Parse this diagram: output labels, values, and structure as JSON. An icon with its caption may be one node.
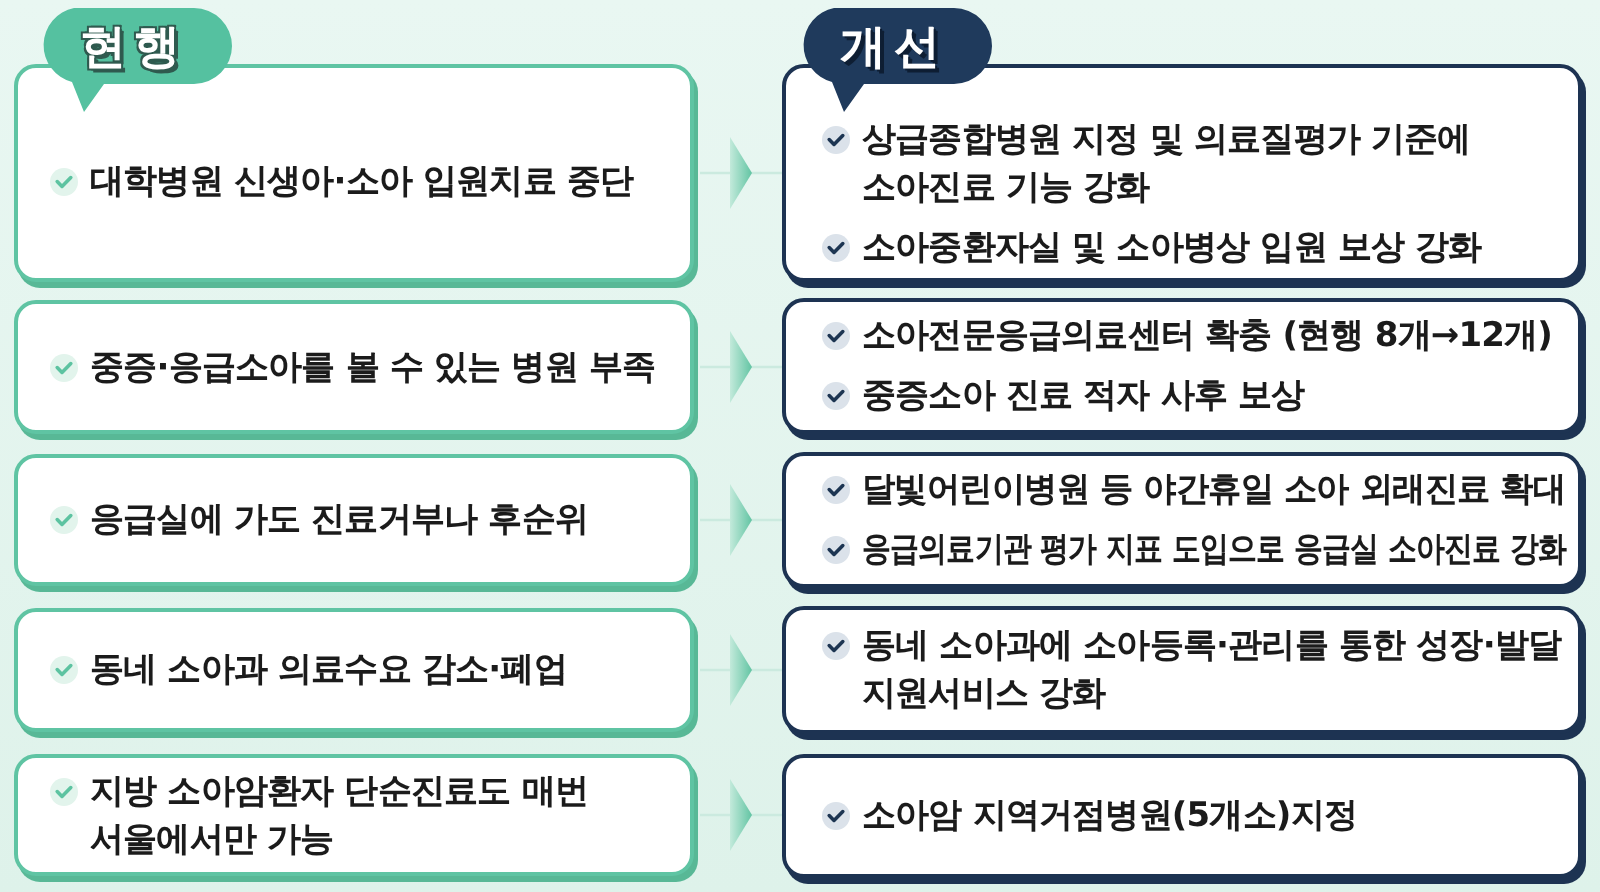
{
  "diagram": {
    "nodes": [
      {
        "text": [
          "현행"
        ]
      },
      {
        "text": [
          "개선"
        ]
      },
      {
        "text": [
          "대학병원 신생아·소아 입원치료 중단"
        ]
      },
      {
        "text": [
          "상급종합병원 지정 및 의료질평가 기준에 소아진료 기능 강화",
          "소아중환자실 및 소아병상 입원 보상 강화"
        ]
      },
      {
        "text": [
          "중증·응급소아를 볼 수 있는 병원 부족"
        ]
      },
      {
        "text": [
          "소아전문응급의료센터 확충 (현행 8개→12개)",
          "중증소아 진료 적자 사후 보상"
        ]
      },
      {
        "text": [
          "응급실에 가도 진료거부나 후순위"
        ]
      },
      {
        "text": [
          "달빛어린이병원 등 야간휴일 소아 외래진료 확대",
          "응급의료기관 평가 지표 도입으로 응급실 소아진료 강화"
        ]
      },
      {
        "text": [
          "동네 소아과 의료수요 감소·폐업"
        ]
      },
      {
        "text": [
          "동네 소아과에 소아등록·관리를 통한 성장·발달 지원서비스 강화"
        ]
      },
      {
        "text": [
          "지방 소아암환자 단순진료도 매번 서울에서만 가능"
        ]
      },
      {
        "text": [
          "소아암 지역거점병원(5개소)지정"
        ]
      }
    ],
    "edges": [
      {
        "from": 2,
        "to": 3,
        "arrow": "to"
      },
      {
        "from": 4,
        "to": 5,
        "arrow": "to"
      },
      {
        "from": 6,
        "to": 7,
        "arrow": "to"
      },
      {
        "from": 8,
        "to": 9,
        "arrow": "to"
      },
      {
        "from": 10,
        "to": 11,
        "arrow": "to"
      }
    ]
  }
}
